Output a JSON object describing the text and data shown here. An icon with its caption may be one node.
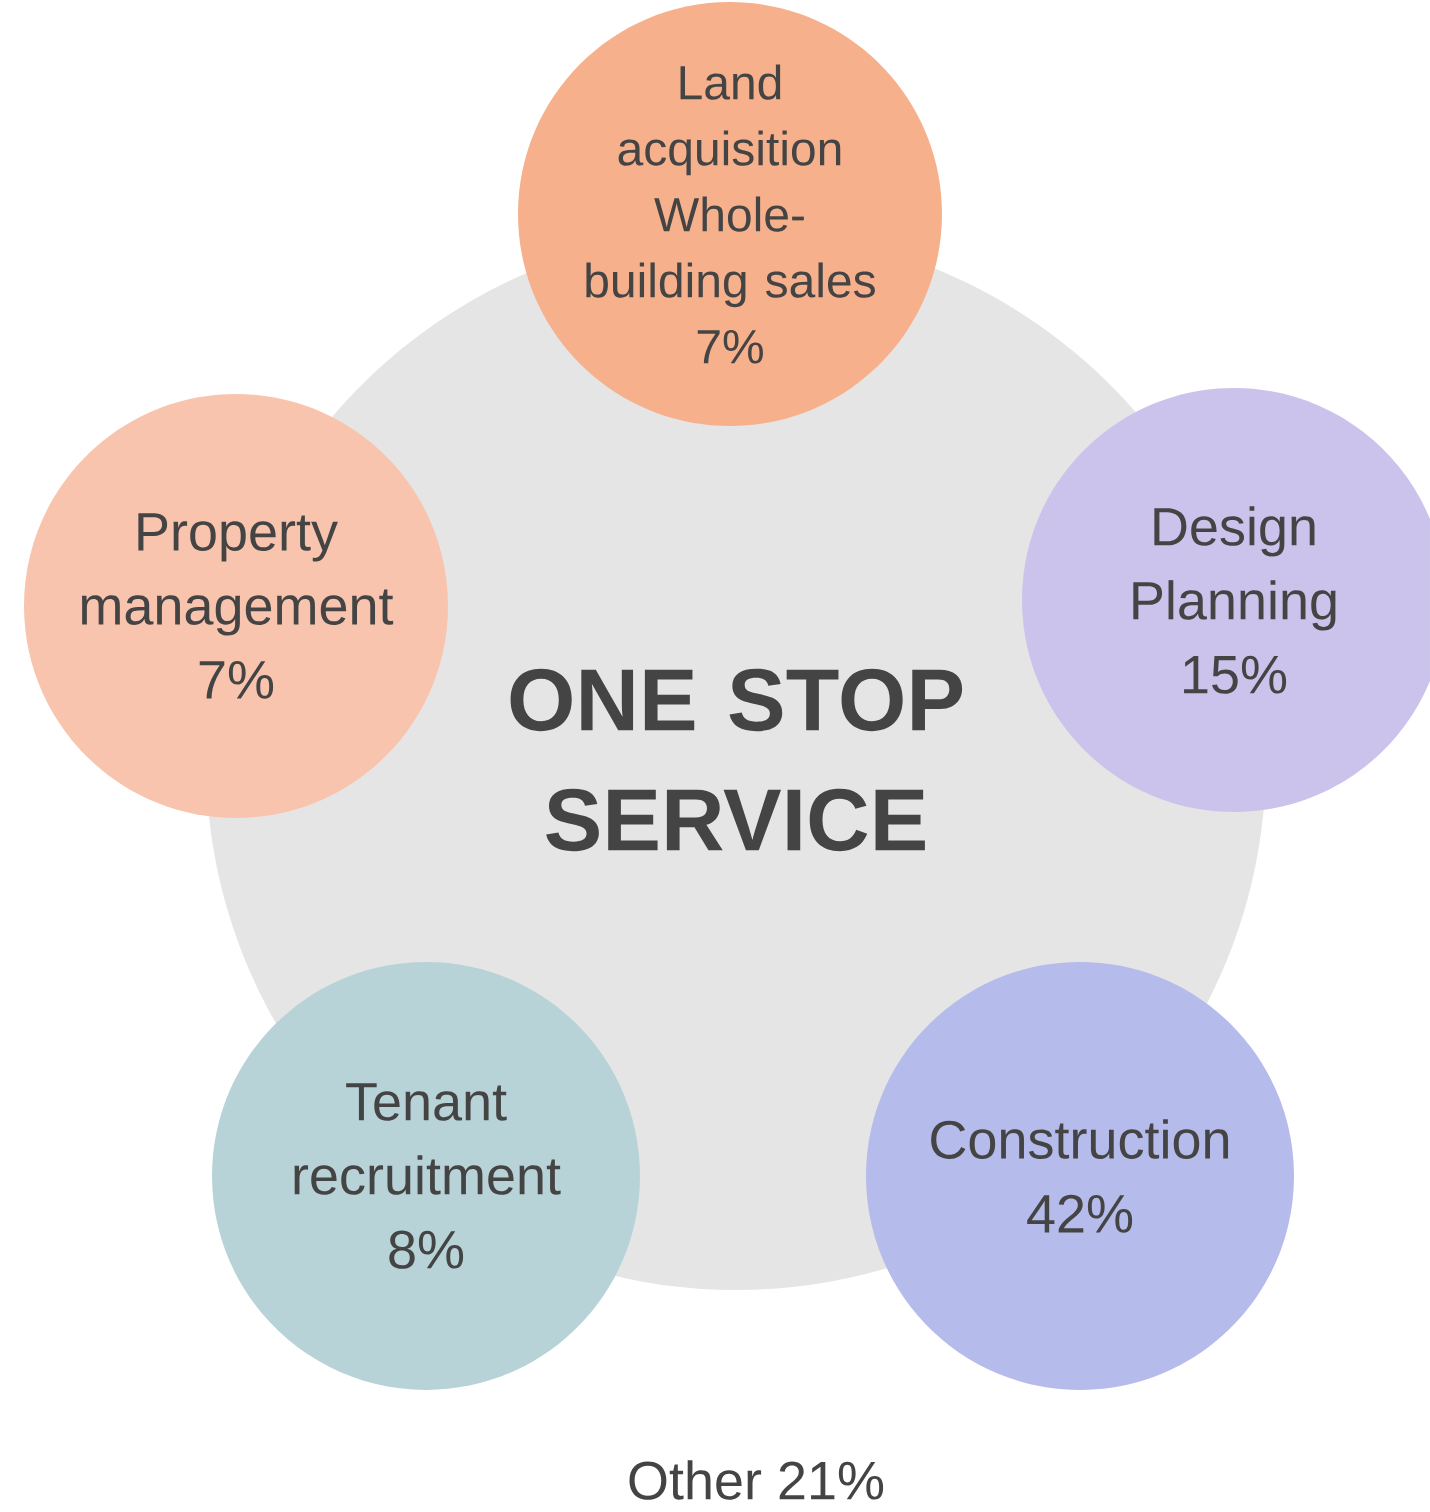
{
  "diagram": {
    "nodes": [
      {
        "text": [
          "ONE STOP SERVICE"
        ]
      },
      {
        "text": [
          "Land acquisition",
          "Whole-building sales",
          "7%"
        ]
      },
      {
        "text": [
          "Design Planning",
          "15%"
        ]
      },
      {
        "text": [
          "Construction",
          "42%"
        ]
      },
      {
        "text": [
          "Tenant recruitment",
          "8%"
        ]
      },
      {
        "text": [
          "Property management",
          "7%"
        ]
      }
    ],
    "labels": [
      "Other 21%"
    ]
  }
}
